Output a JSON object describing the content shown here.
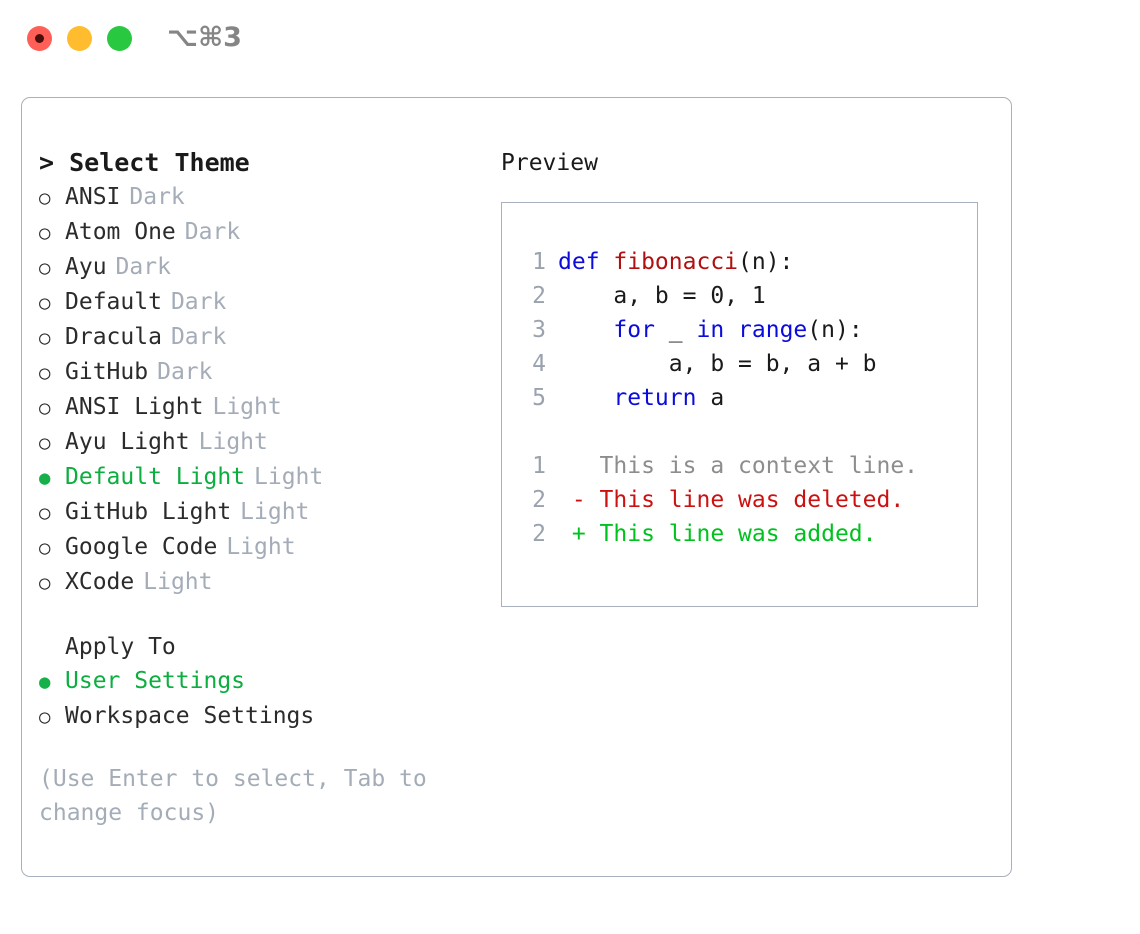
{
  "titlebar": {
    "shortcut": "⌥⌘3",
    "lights": [
      "close-red",
      "minimize-yellow",
      "maximize-green"
    ]
  },
  "theme_picker": {
    "heading": "> Select Theme",
    "bullet_unselected": "○",
    "bullet_selected": "●",
    "options": [
      {
        "label": "ANSI",
        "tag": "Dark",
        "selected": false
      },
      {
        "label": "Atom One",
        "tag": "Dark",
        "selected": false
      },
      {
        "label": "Ayu",
        "tag": "Dark",
        "selected": false
      },
      {
        "label": "Default",
        "tag": "Dark",
        "selected": false
      },
      {
        "label": "Dracula",
        "tag": "Dark",
        "selected": false
      },
      {
        "label": "GitHub",
        "tag": "Dark",
        "selected": false
      },
      {
        "label": "ANSI Light",
        "tag": "Light",
        "selected": false
      },
      {
        "label": "Ayu Light",
        "tag": "Light",
        "selected": false
      },
      {
        "label": "Default Light",
        "tag": "Light",
        "selected": true
      },
      {
        "label": "GitHub Light",
        "tag": "Light",
        "selected": false
      },
      {
        "label": "Google Code",
        "tag": "Light",
        "selected": false
      },
      {
        "label": "XCode",
        "tag": "Light",
        "selected": false
      }
    ]
  },
  "apply_to": {
    "heading": "Apply To",
    "options": [
      {
        "label": "User Settings",
        "selected": true
      },
      {
        "label": "Workspace Settings",
        "selected": false
      }
    ]
  },
  "hint": "(Use Enter to select, Tab to change focus)",
  "preview": {
    "title": "Preview",
    "code_lines": [
      {
        "num": "1",
        "tokens": [
          {
            "t": "def ",
            "c": "kw"
          },
          {
            "t": "fibonacci",
            "c": "fn"
          },
          {
            "t": "(n):",
            "c": "plain"
          }
        ]
      },
      {
        "num": "2",
        "tokens": [
          {
            "t": "    a, b = 0, 1",
            "c": "plain"
          }
        ]
      },
      {
        "num": "3",
        "tokens": [
          {
            "t": "    ",
            "c": "plain"
          },
          {
            "t": "for",
            "c": "kw"
          },
          {
            "t": " _ ",
            "c": "plain"
          },
          {
            "t": "in",
            "c": "kw"
          },
          {
            "t": " ",
            "c": "plain"
          },
          {
            "t": "range",
            "c": "kw"
          },
          {
            "t": "(n):",
            "c": "plain"
          }
        ]
      },
      {
        "num": "4",
        "tokens": [
          {
            "t": "        a, b = b, a + b",
            "c": "plain"
          }
        ]
      },
      {
        "num": "5",
        "tokens": [
          {
            "t": "    ",
            "c": "plain"
          },
          {
            "t": "return",
            "c": "kw"
          },
          {
            "t": " a",
            "c": "plain"
          }
        ]
      }
    ],
    "diff_lines": [
      {
        "num": "1",
        "tokens": [
          {
            "t": "   This is a context line.",
            "c": "ctx"
          }
        ]
      },
      {
        "num": "2",
        "tokens": [
          {
            "t": " - This line was deleted.",
            "c": "del"
          }
        ]
      },
      {
        "num": "2",
        "tokens": [
          {
            "t": " + This line was added.",
            "c": "add"
          }
        ]
      }
    ]
  },
  "colors": {
    "accent_green": "#0cae3f",
    "muted": "#a4acb8",
    "border": "#a8b0bd",
    "keyword": "#0b0bdc",
    "function": "#b01010",
    "diff_deleted": "#cc1111",
    "diff_added": "#00c21e",
    "light_red": "#ff5f57",
    "light_yellow": "#febc2e",
    "light_green": "#28c840"
  }
}
